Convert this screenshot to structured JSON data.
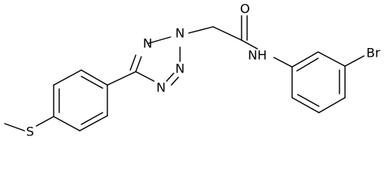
{
  "structure": {
    "atom_labels": {
      "tetrazole_n1": "N",
      "tetrazole_n2": "N",
      "tetrazole_n3": "N",
      "tetrazole_n4": "N",
      "carbonyl_oxygen": "O",
      "amide_nh": "NH",
      "bromine": "Br",
      "sulfur": "S"
    }
  }
}
